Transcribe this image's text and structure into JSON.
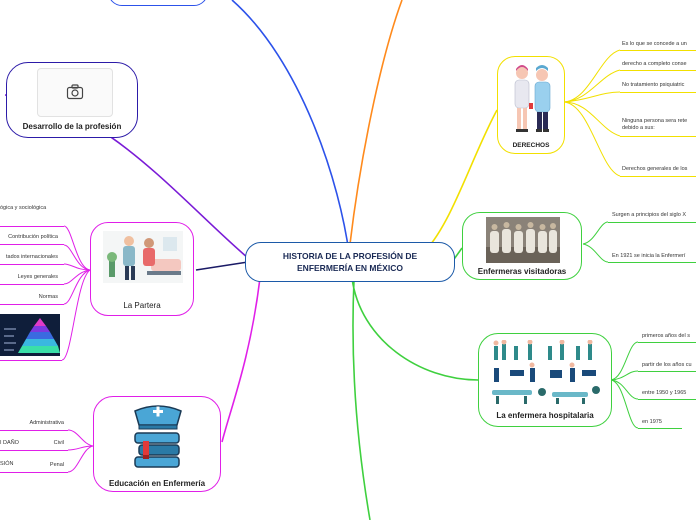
{
  "central": {
    "title": "HISTORIA DE LA PROFESIÓN DE ENFERMERÍA EN MÉXICO"
  },
  "colors": {
    "blue": "#2c52ea",
    "orange": "#ff8a1c",
    "yellow": "#f2e000",
    "green": "#3fd03f",
    "purple": "#7a1bd6",
    "navy": "#1a1a66",
    "magenta": "#e01fe8",
    "teal": "#1a8a8a"
  },
  "nodes": {
    "desarrollo": {
      "title": "Desarrollo de la profesión",
      "icon": "camera-icon"
    },
    "derechos": {
      "title": "DERECHOS",
      "items": [
        "Es lo que se concede a un",
        "derecho a completo conse",
        "No tratamiento psiquiatric",
        "Ninguna persona sera rete\ndebido a sus:",
        "Derechos generales de los"
      ]
    },
    "visitadoras": {
      "title": "Enfermeras visitadoras",
      "items": [
        "Surgen a principios del siglo X",
        "En 1921 se inicia la Enfermerí"
      ]
    },
    "hospitalaria": {
      "title": "La enfermera hospitalaria",
      "items": [
        "primeros años del s",
        "partir de los años cu",
        "entre 1950 y 1965",
        "en 1975"
      ]
    },
    "partera": {
      "title": "La Partera",
      "items": [
        "ógica y sociológica",
        "Contribución política",
        "tados internacionales",
        "Leyes generales",
        "Normas"
      ]
    },
    "educacion": {
      "title": "Educación en Enfermería",
      "items": [
        "Administrativa",
        "Civil",
        "Penal"
      ],
      "left_items": [
        "I DAÑO",
        "SIÓN"
      ]
    }
  }
}
